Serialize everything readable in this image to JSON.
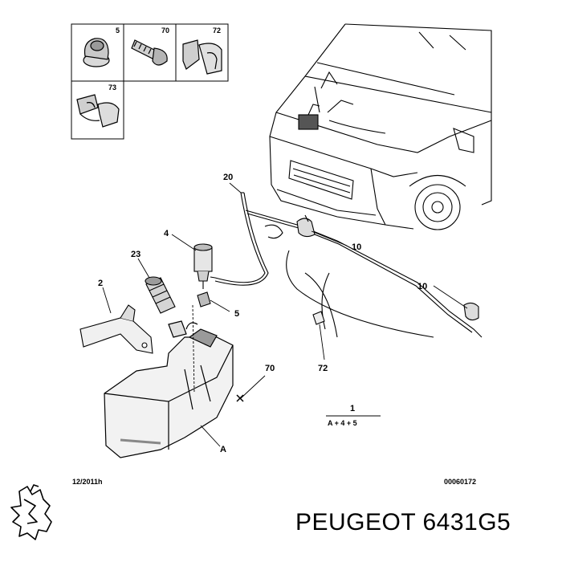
{
  "callouts": {
    "c5": "5",
    "c70": "70",
    "c72": "72",
    "c73": "73",
    "c20": "20",
    "c4": "4",
    "c23": "23",
    "c2": "2",
    "c10a": "10",
    "c10b": "10",
    "c5b": "5",
    "c72b": "72",
    "c70b": "70",
    "c1": "1",
    "cA": "A",
    "assembly": "A + 4 + 5"
  },
  "footer": {
    "date": "12/2011h",
    "ref": "00060172"
  },
  "brand": {
    "text": "PEUGEOT 6431G5",
    "logo": "peugeot-lion-logo"
  },
  "colors": {
    "line": "#000000",
    "fill": "#f2f2f2",
    "shade": "#c8c8c8"
  }
}
